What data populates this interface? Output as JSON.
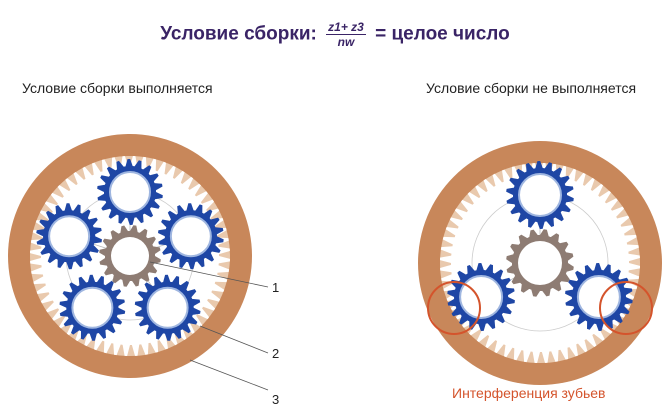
{
  "formula": {
    "prefix": "Условие сборки:",
    "numerator": "z1+ z3",
    "denominator": "nw",
    "suffix": "= целое число"
  },
  "left_caption": "Условие сборки выполняется",
  "right_caption": "Условие сборки не выполняется",
  "interference_label": "Интерференция зубьев",
  "part_numbers": [
    "1",
    "2",
    "3"
  ],
  "colors": {
    "ring": "#c8875a",
    "ring_teeth": "#e9c9ad",
    "planet": "#1e46a5",
    "sun": "#8e7c73",
    "title": "#3a2466",
    "interference": "#d4542c"
  },
  "icons": [
    "planetary-gear-assembly",
    "interference-circle"
  ]
}
